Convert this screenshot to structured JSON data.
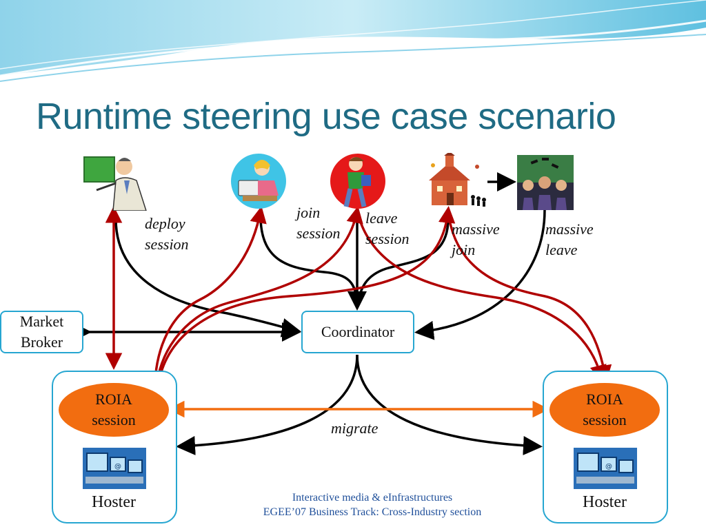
{
  "slide": {
    "title": "Runtime steering use case scenario"
  },
  "actors": {
    "deploy": {
      "line1": "deploy",
      "line2": "session"
    },
    "join": {
      "line1": "join",
      "line2": "session"
    },
    "leave": {
      "line1": "leave",
      "line2": "session"
    },
    "massive_join": {
      "line1": "massive",
      "line2": "join"
    },
    "massive_leave": {
      "line1": "massive",
      "line2": "leave"
    }
  },
  "nodes": {
    "market_broker": {
      "line1": "Market",
      "line2": "Broker"
    },
    "coordinator": "Coordinator",
    "roia_left": {
      "line1": "ROIA",
      "line2": "session"
    },
    "roia_right": {
      "line1": "ROIA",
      "line2": "session"
    },
    "hoster_left": "Hoster",
    "hoster_right": "Hoster"
  },
  "edge_labels": {
    "migrate": "migrate"
  },
  "footer": {
    "line1": "Interactive media & eInfrastructures",
    "line2": "EGEE’07 Business Track: Cross-Industry section"
  },
  "colors": {
    "title": "#1f6b84",
    "box_border": "#26a6d1",
    "roia_fill": "#f26d10",
    "red_arrow": "#b00000",
    "orange_arrow": "#f26d10",
    "footer": "#1f4f9a"
  },
  "icons": [
    "presenter-icon",
    "computer-user-icon",
    "walking-student-icon",
    "schoolhouse-icon",
    "graduation-crowd-icon",
    "computer-network-icon"
  ]
}
